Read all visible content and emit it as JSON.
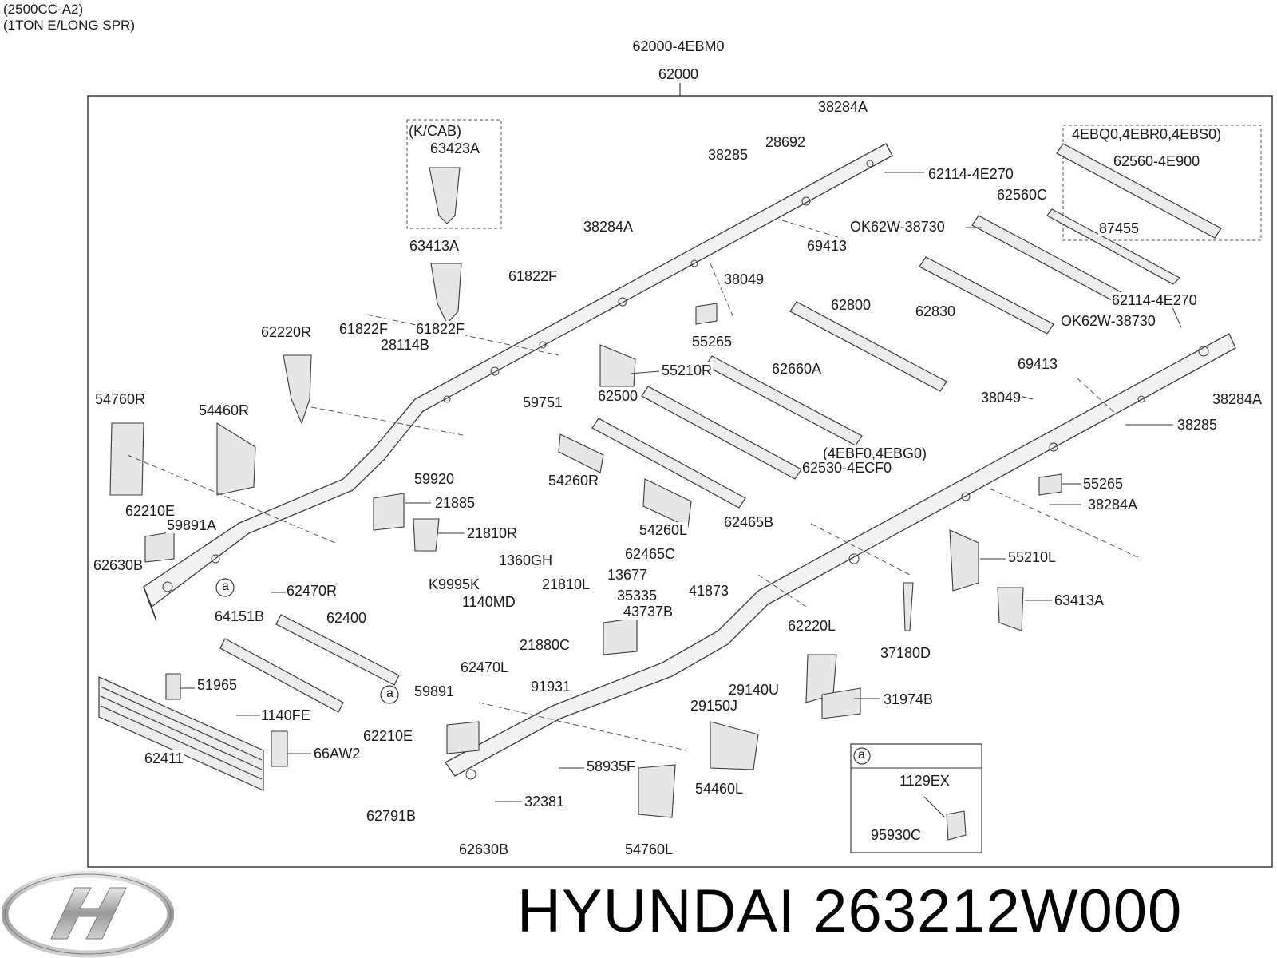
{
  "header": {
    "line1": "(2500CC-A2)",
    "line2": "(1TON E/LONG SPR)",
    "assembly_code": "62000-4EBM0",
    "assembly_no": "62000"
  },
  "groups": {
    "kcab_title": "(K/CAB)",
    "option_title": "4EBQ0,4EBR0,4EBS0)",
    "variant_title": "(4EBF0,4EBG0)",
    "inset_marker": "a",
    "callout_marker": "a"
  },
  "parts": [
    {
      "id": "p1",
      "text": "38284A"
    },
    {
      "id": "p2",
      "text": "28692"
    },
    {
      "id": "p3",
      "text": "38285"
    },
    {
      "id": "p4",
      "text": "62114-4E270"
    },
    {
      "id": "p5",
      "text": "62560-4E900"
    },
    {
      "id": "p6",
      "text": "62560C"
    },
    {
      "id": "p7",
      "text": "OK62W-38730"
    },
    {
      "id": "p8",
      "text": "69413"
    },
    {
      "id": "p9",
      "text": "87455"
    },
    {
      "id": "p10",
      "text": "63423A"
    },
    {
      "id": "p11",
      "text": "63413A"
    },
    {
      "id": "p12",
      "text": "38284A"
    },
    {
      "id": "p13",
      "text": "61822F"
    },
    {
      "id": "p14",
      "text": "38049"
    },
    {
      "id": "p15",
      "text": "62800"
    },
    {
      "id": "p16",
      "text": "62830"
    },
    {
      "id": "p17",
      "text": "62114-4E270"
    },
    {
      "id": "p18",
      "text": "OK62W-38730"
    },
    {
      "id": "p19",
      "text": "62220R"
    },
    {
      "id": "p20",
      "text": "61822F"
    },
    {
      "id": "p21",
      "text": "28114B"
    },
    {
      "id": "p22",
      "text": "61822F"
    },
    {
      "id": "p23",
      "text": "55265"
    },
    {
      "id": "p24",
      "text": "69413"
    },
    {
      "id": "p25",
      "text": "55210R"
    },
    {
      "id": "p26",
      "text": "62660A"
    },
    {
      "id": "p27",
      "text": "54760R"
    },
    {
      "id": "p28",
      "text": "59751"
    },
    {
      "id": "p29",
      "text": "62500"
    },
    {
      "id": "p30",
      "text": "38049"
    },
    {
      "id": "p31",
      "text": "38284A"
    },
    {
      "id": "p32",
      "text": "54460R"
    },
    {
      "id": "p33",
      "text": "38285"
    },
    {
      "id": "p34",
      "text": "62530-4ECF0"
    },
    {
      "id": "p35",
      "text": "59920"
    },
    {
      "id": "p36",
      "text": "54260R"
    },
    {
      "id": "p37",
      "text": "55265"
    },
    {
      "id": "p38",
      "text": "21885"
    },
    {
      "id": "p39",
      "text": "62210E"
    },
    {
      "id": "p40",
      "text": "38284A"
    },
    {
      "id": "p41",
      "text": "59891A"
    },
    {
      "id": "p42",
      "text": "21810R"
    },
    {
      "id": "p43",
      "text": "62465B"
    },
    {
      "id": "p44",
      "text": "54260L"
    },
    {
      "id": "p45",
      "text": "1360GH"
    },
    {
      "id": "p46",
      "text": "62465C"
    },
    {
      "id": "p47",
      "text": "62630B"
    },
    {
      "id": "p48",
      "text": "55210L"
    },
    {
      "id": "p49",
      "text": "K9995K"
    },
    {
      "id": "p50",
      "text": "13677"
    },
    {
      "id": "p51",
      "text": "62470R"
    },
    {
      "id": "p52",
      "text": "21810L"
    },
    {
      "id": "p53",
      "text": "41873"
    },
    {
      "id": "p54",
      "text": "35335"
    },
    {
      "id": "p55",
      "text": "1140MD"
    },
    {
      "id": "p56",
      "text": "63413A"
    },
    {
      "id": "p57",
      "text": "43737B"
    },
    {
      "id": "p58",
      "text": "64151B"
    },
    {
      "id": "p59",
      "text": "62400"
    },
    {
      "id": "p60",
      "text": "62220L"
    },
    {
      "id": "p61",
      "text": "21880C"
    },
    {
      "id": "p62",
      "text": "37180D"
    },
    {
      "id": "p63",
      "text": "62470L"
    },
    {
      "id": "p64",
      "text": "51965"
    },
    {
      "id": "p65",
      "text": "91931"
    },
    {
      "id": "p66",
      "text": "29140U"
    },
    {
      "id": "p67",
      "text": "59891"
    },
    {
      "id": "p68",
      "text": "31974B"
    },
    {
      "id": "p69",
      "text": "1140FE"
    },
    {
      "id": "p70",
      "text": "29150J"
    },
    {
      "id": "p71",
      "text": "62210E"
    },
    {
      "id": "p72",
      "text": "66AW2"
    },
    {
      "id": "p73",
      "text": "62411"
    },
    {
      "id": "p74",
      "text": "58935F"
    },
    {
      "id": "p75",
      "text": "54460L"
    },
    {
      "id": "p76",
      "text": "32381"
    },
    {
      "id": "p77",
      "text": "62791B"
    },
    {
      "id": "p78",
      "text": "62630B"
    },
    {
      "id": "p79",
      "text": "54760L"
    },
    {
      "id": "p80",
      "text": "1129EX"
    },
    {
      "id": "p81",
      "text": "95930C"
    }
  ],
  "footer": {
    "brand": "HYUNDAI",
    "part_number": "263212W000"
  },
  "colors": {
    "line": "#3a3a3a",
    "part_fill": "#ececec",
    "text": "#1a1a1a"
  }
}
